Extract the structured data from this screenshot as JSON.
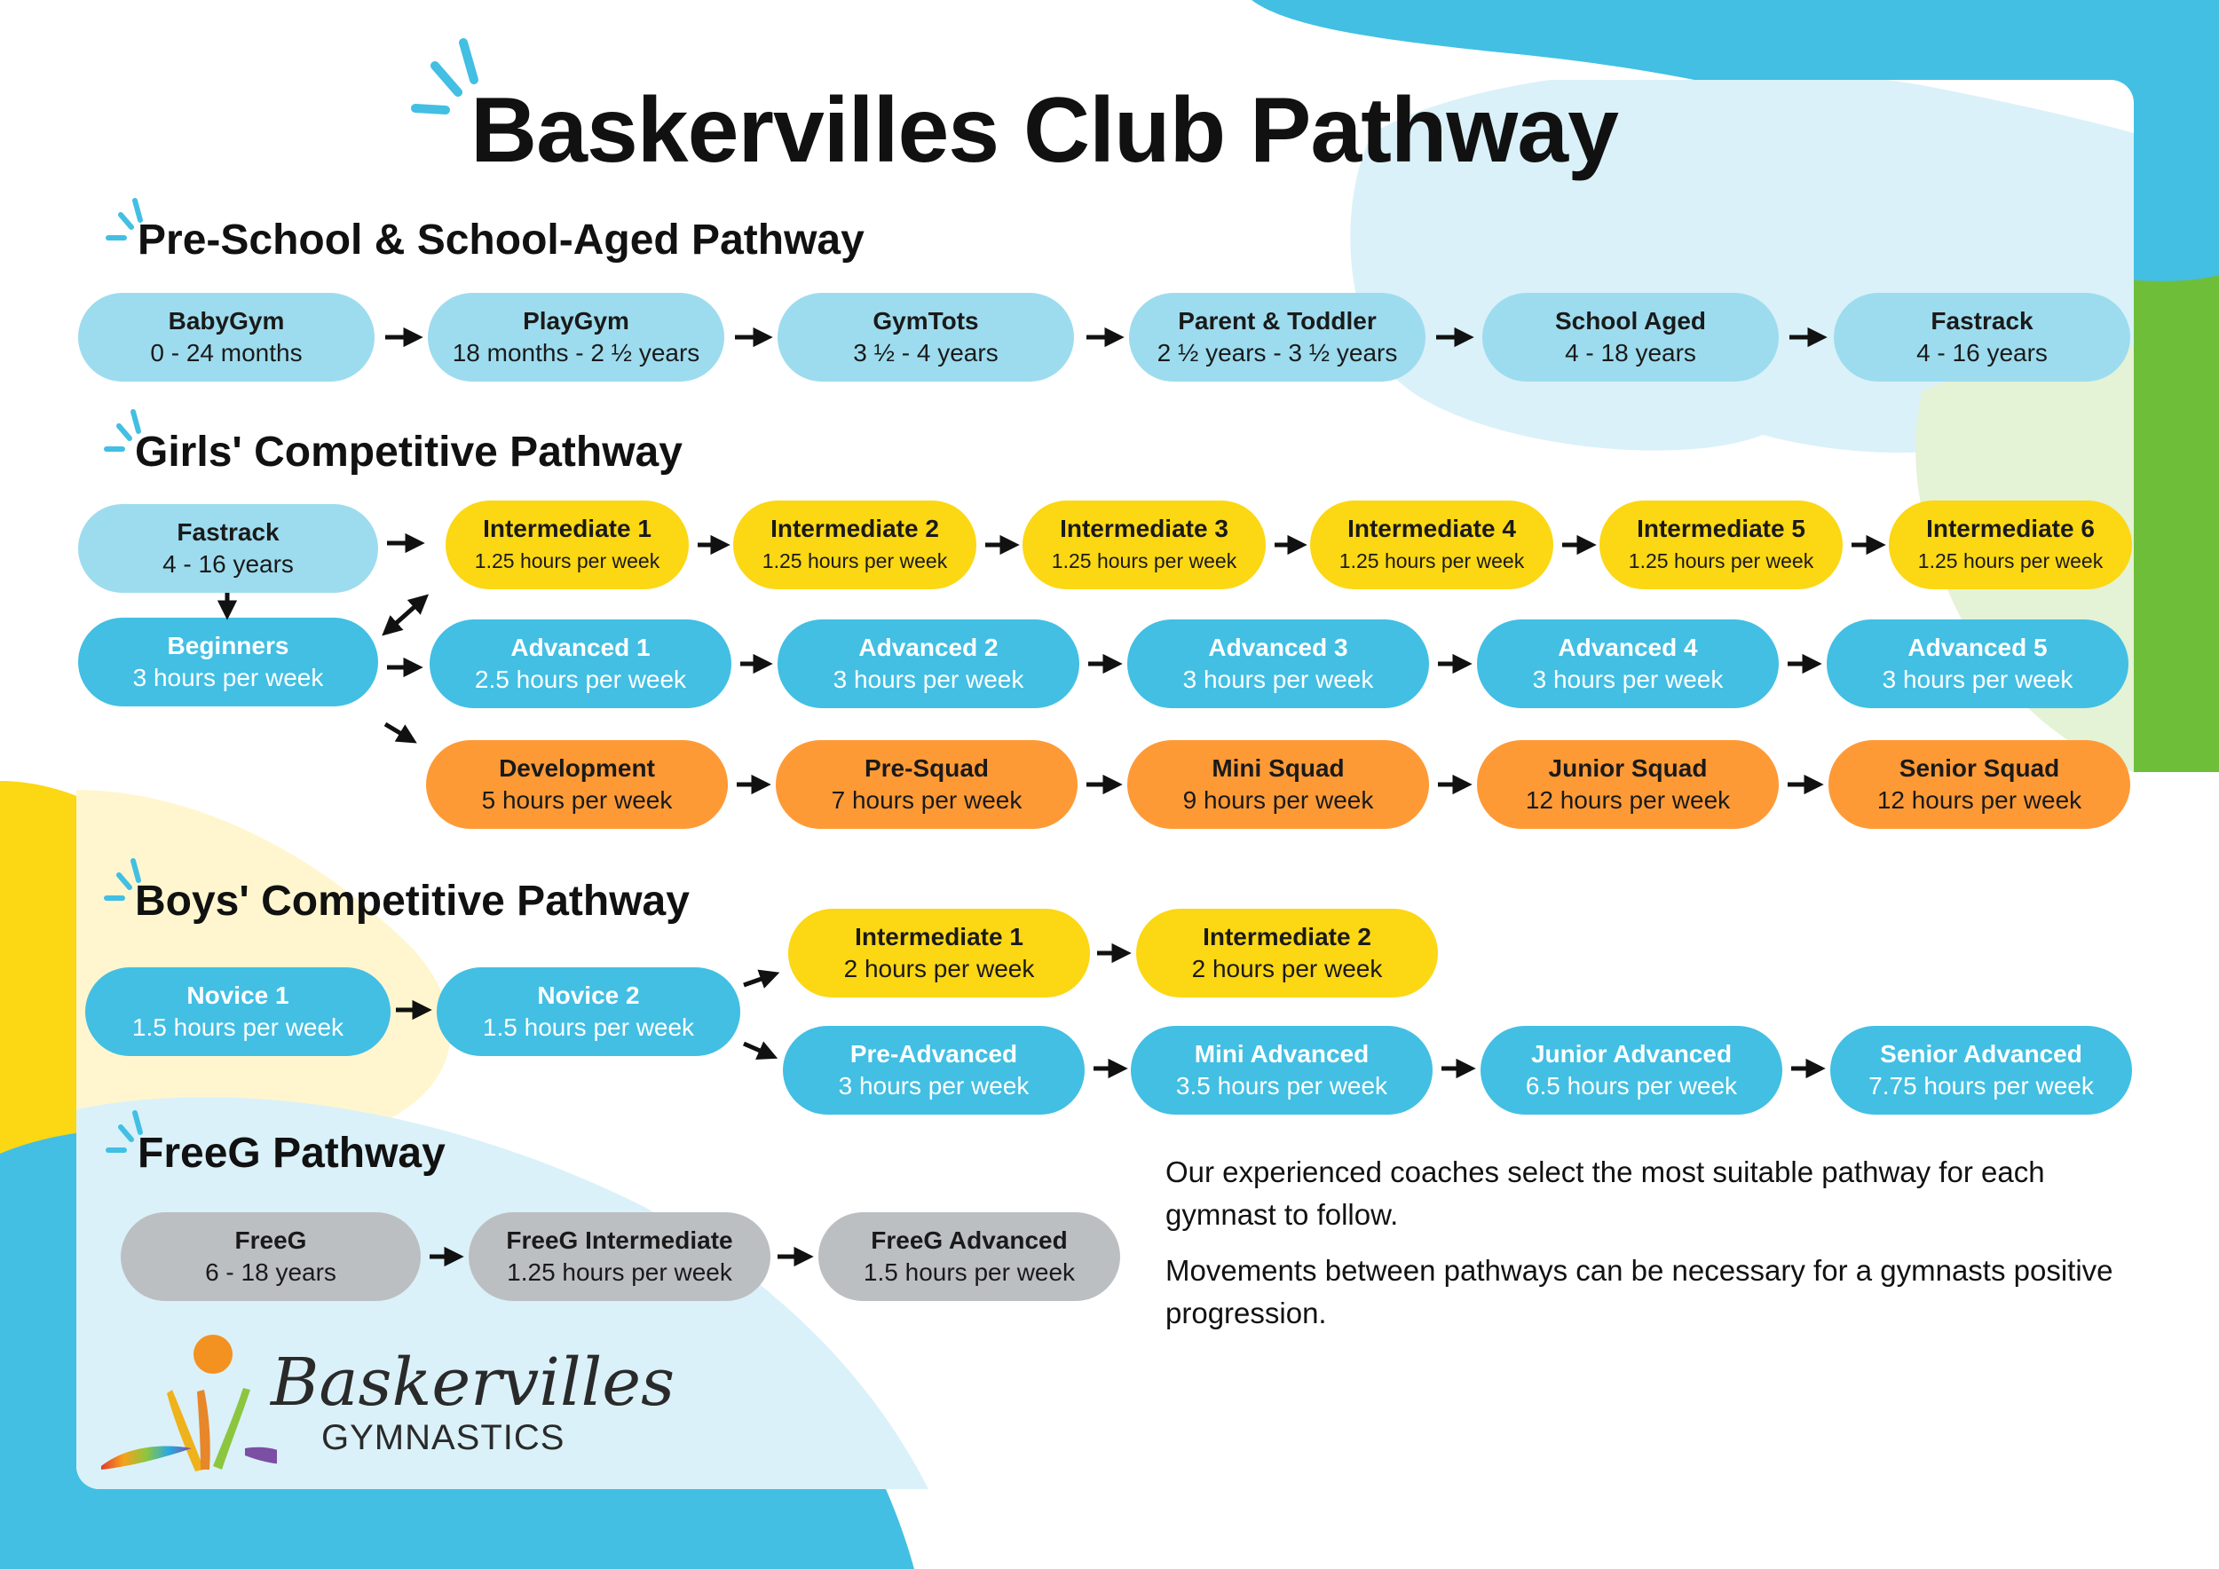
{
  "title": "Baskervilles Club Pathway",
  "sections": {
    "preschool": {
      "title": "Pre-School & School-Aged Pathway",
      "nodes": [
        {
          "name": "BabyGym",
          "detail": "0 - 24 months"
        },
        {
          "name": "PlayGym",
          "detail": "18 months -  2 ½ years"
        },
        {
          "name": "GymTots",
          "detail": "3 ½ - 4 years"
        },
        {
          "name": "Parent & Toddler",
          "detail": "2 ½ years - 3 ½ years"
        },
        {
          "name": "School Aged",
          "detail": "4 - 18 years"
        },
        {
          "name": "Fastrack",
          "detail": "4 - 16 years"
        }
      ]
    },
    "girls": {
      "title": "Girls' Competitive Pathway",
      "entry": [
        {
          "name": "Fastrack",
          "detail": "4 - 16 years"
        },
        {
          "name": "Beginners",
          "detail": "3 hours per week"
        }
      ],
      "intermediate": [
        {
          "name": "Intermediate 1",
          "detail": "1.25 hours per week"
        },
        {
          "name": "Intermediate 2",
          "detail": "1.25 hours per week"
        },
        {
          "name": "Intermediate 3",
          "detail": "1.25 hours per week"
        },
        {
          "name": "Intermediate 4",
          "detail": "1.25 hours per week"
        },
        {
          "name": "Intermediate 5",
          "detail": "1.25 hours per week"
        },
        {
          "name": "Intermediate 6",
          "detail": "1.25 hours per week"
        }
      ],
      "advanced": [
        {
          "name": "Advanced 1",
          "detail": "2.5 hours per week"
        },
        {
          "name": "Advanced 2",
          "detail": "3 hours per week"
        },
        {
          "name": "Advanced 3",
          "detail": "3 hours per week"
        },
        {
          "name": "Advanced 4",
          "detail": "3 hours per week"
        },
        {
          "name": "Advanced 5",
          "detail": "3 hours per week"
        }
      ],
      "squad": [
        {
          "name": "Development",
          "detail": "5 hours per week"
        },
        {
          "name": "Pre-Squad",
          "detail": "7 hours per week"
        },
        {
          "name": "Mini Squad",
          "detail": "9 hours per week"
        },
        {
          "name": "Junior Squad",
          "detail": "12 hours per week"
        },
        {
          "name": "Senior Squad",
          "detail": "12 hours per week"
        }
      ]
    },
    "boys": {
      "title": "Boys' Competitive Pathway",
      "novice": [
        {
          "name": "Novice 1",
          "detail": "1.5 hours per week"
        },
        {
          "name": "Novice 2",
          "detail": "1.5 hours per week"
        }
      ],
      "intermediate": [
        {
          "name": "Intermediate 1",
          "detail": "2 hours per week"
        },
        {
          "name": "Intermediate 2",
          "detail": "2 hours per week"
        }
      ],
      "advanced": [
        {
          "name": "Pre-Advanced",
          "detail": "3 hours per week"
        },
        {
          "name": "Mini Advanced",
          "detail": "3.5 hours per week"
        },
        {
          "name": "Junior Advanced",
          "detail": "6.5 hours per week"
        },
        {
          "name": "Senior Advanced",
          "detail": "7.75 hours per week"
        }
      ]
    },
    "freeg": {
      "title": "FreeG Pathway",
      "nodes": [
        {
          "name": "FreeG",
          "detail": "6 - 18 years"
        },
        {
          "name": "FreeG Intermediate",
          "detail": "1.25 hours per week"
        },
        {
          "name": "FreeG Advanced",
          "detail": "1.5 hours per week"
        }
      ]
    }
  },
  "info": [
    "Our experienced coaches select the most suitable pathway for each gymnast to follow.",
    "Movements between pathways can be necessary for a gymnasts positive progression."
  ],
  "logo": {
    "script": "Baskervilles",
    "word": "GYMNASTICS"
  },
  "colors": {
    "light_blue": "#9ddcee",
    "blue": "#42bfe3",
    "yellow": "#fcd713",
    "orange": "#fe9a36",
    "grey": "#bcbfc2",
    "green": "#6fbe3a",
    "pale_blue": "#daf1f9",
    "pale_yellow": "#fff6cf"
  }
}
